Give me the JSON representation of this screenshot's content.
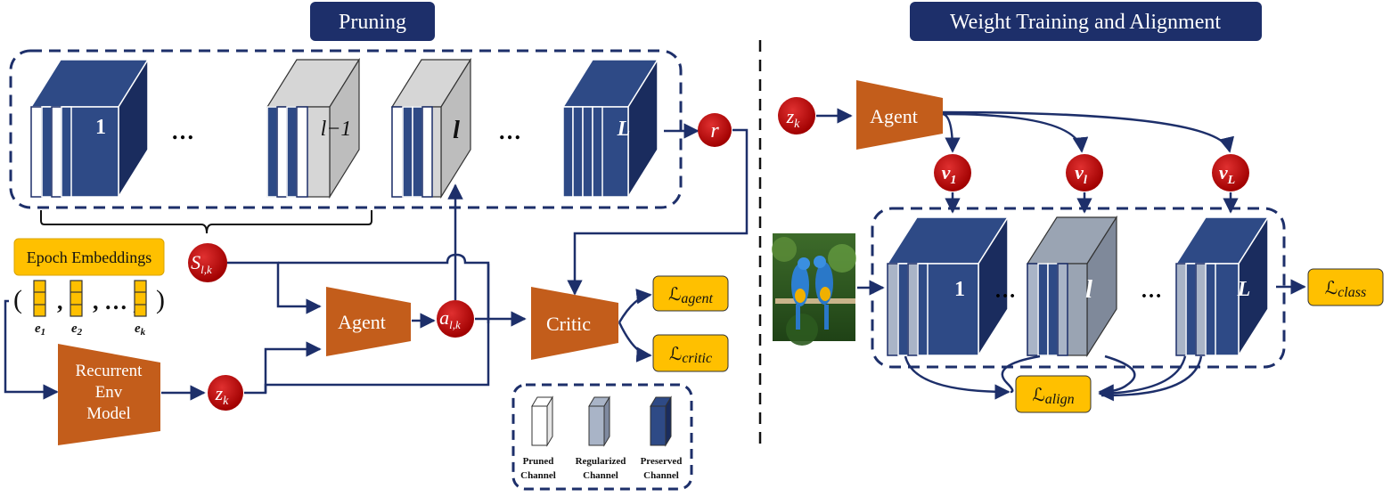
{
  "headers": {
    "pruning": "Pruning",
    "weight_training": "Weight Training and Alignment"
  },
  "pruning": {
    "layers": [
      "1",
      "l−1",
      "l",
      "L"
    ],
    "ellipsis": "…",
    "reward": "r",
    "state": {
      "main": "S",
      "sub": "l,k"
    },
    "action": {
      "main": "a",
      "sub": "l,k"
    },
    "latent": {
      "main": "z",
      "sub": "k"
    },
    "agent": "Agent",
    "critic": "Critic",
    "rem": [
      "Recurrent",
      "Env",
      "Model"
    ],
    "loss_agent": {
      "main": "ℒ",
      "sub": "agent"
    },
    "loss_critic": {
      "main": "ℒ",
      "sub": "critic"
    },
    "epoch_embeddings": "Epoch Embeddings",
    "embeddings": {
      "open": "(",
      "close": ")",
      "comma": ",",
      "dots": ", … ,",
      "labels": [
        {
          "main": "e",
          "sub": "1"
        },
        {
          "main": "e",
          "sub": "2"
        },
        {
          "main": "e",
          "sub": "k"
        }
      ]
    }
  },
  "legend": {
    "pruned": [
      "Pruned",
      "Channel"
    ],
    "regularized": [
      "Regularized",
      "Channel"
    ],
    "preserved": [
      "Preserved",
      "Channel"
    ]
  },
  "training": {
    "latent": {
      "main": "z",
      "sub": "k"
    },
    "agent": "Agent",
    "v": [
      {
        "main": "v",
        "sub": "1"
      },
      {
        "main": "v",
        "sub": "l"
      },
      {
        "main": "v",
        "sub": "L"
      }
    ],
    "layers": [
      "1",
      "l",
      "L"
    ],
    "ellipsis": "…",
    "loss_class": {
      "main": "ℒ",
      "sub": "class"
    },
    "loss_align": {
      "main": "ℒ",
      "sub": "align"
    }
  },
  "colors": {
    "navy": "#1d2f6a",
    "block_blue": "#2e4a86",
    "orange": "#c35d1b",
    "red_circle": "#c00000",
    "yellow": "#ffc000",
    "pruned": "#ffffff",
    "regularized": "#a9b4c7",
    "gray_block": "#d6d6d6"
  }
}
